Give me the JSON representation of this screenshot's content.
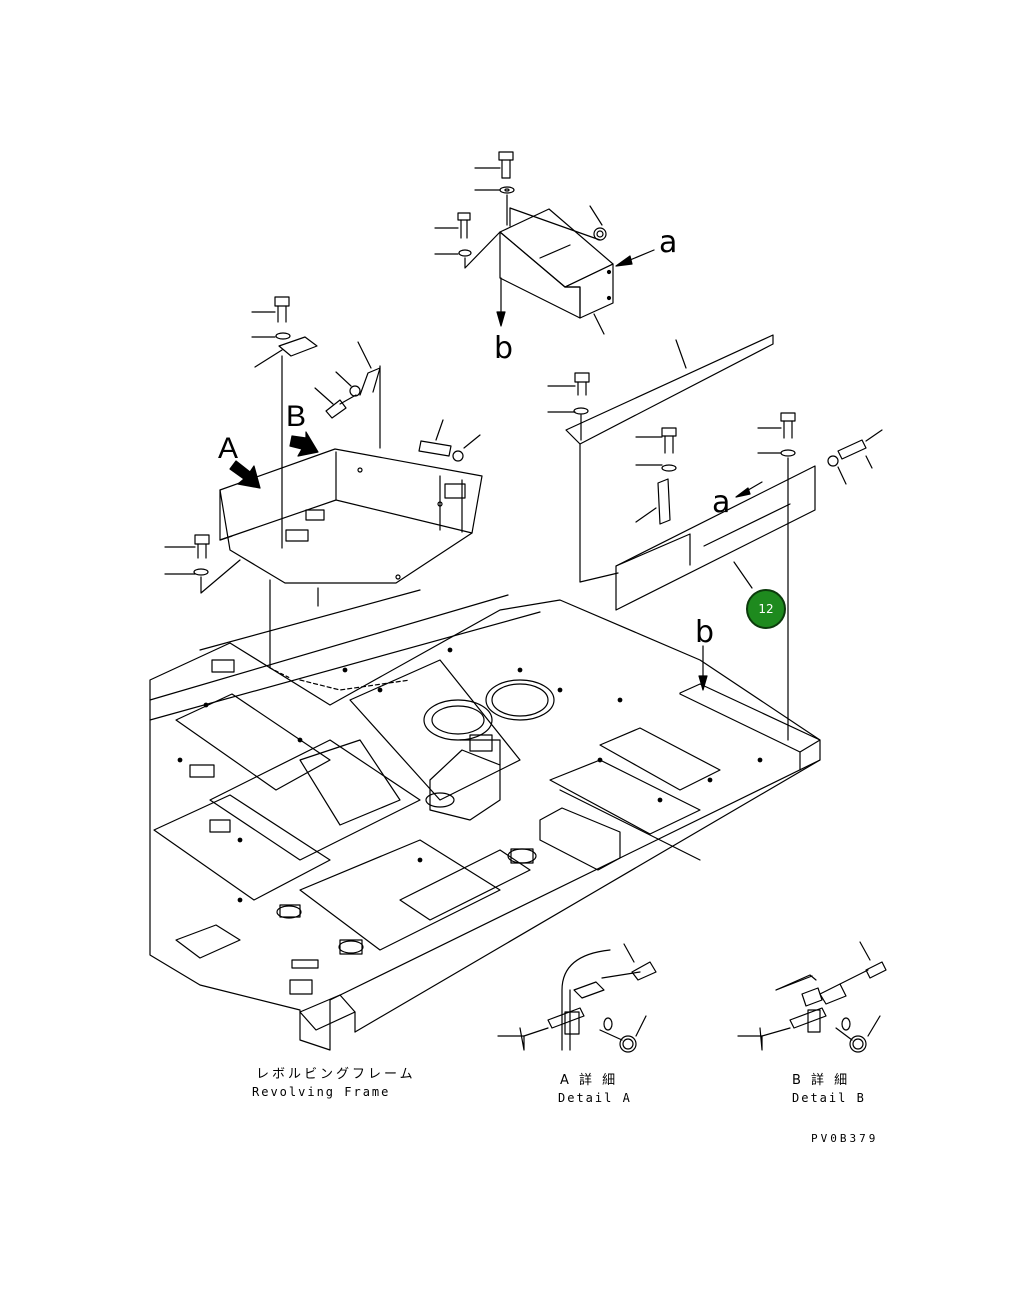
{
  "labels": {
    "a_top": "a",
    "b_top": "b",
    "a_mid": "a",
    "b_mid": "b",
    "arrow_A": "A",
    "arrow_B": "B"
  },
  "captions": {
    "frame_jp": "レボルビングフレーム",
    "frame_en": "Revolving Frame",
    "detail_a_jp": "A 詳 細",
    "detail_a_en": "Detail A",
    "detail_b_jp": "B 詳 細",
    "detail_b_en": "Detail B"
  },
  "drawing_code": "PV0B379",
  "callout": {
    "number": "12",
    "color": "#1e8a1e"
  }
}
